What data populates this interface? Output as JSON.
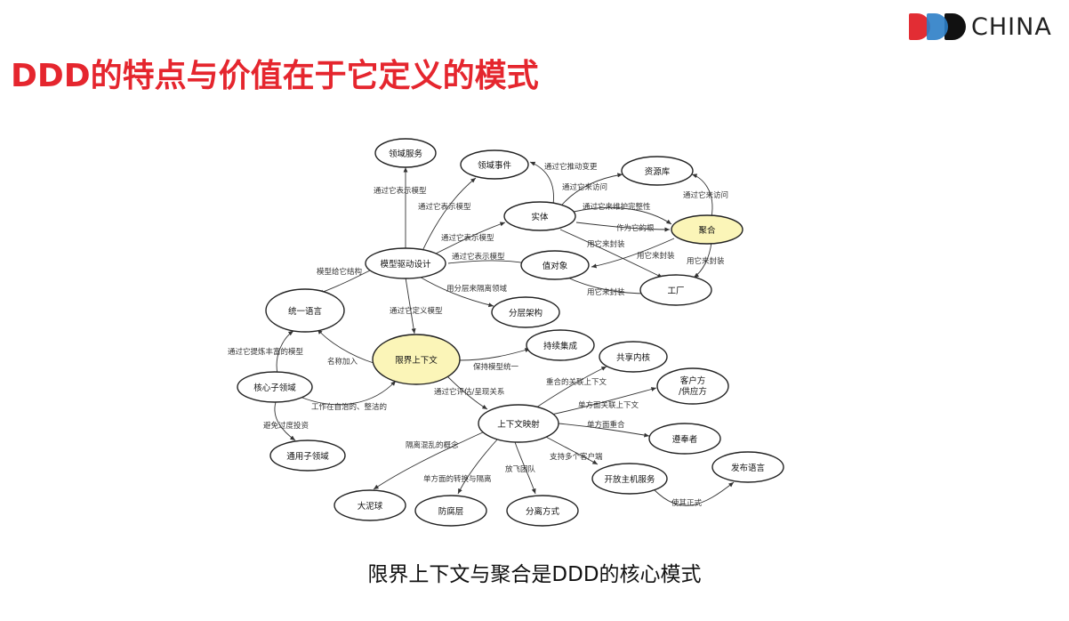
{
  "logo": {
    "text": "CHINA"
  },
  "title": "DDD的特点与价值在于它定义的模式",
  "subtitle": "限界上下文与聚合是DDD的核心模式",
  "colors": {
    "title": "#e5262e",
    "highlight_node": "#fbf5b8"
  },
  "nodes": [
    {
      "id": "domain_service",
      "label": "领域服务"
    },
    {
      "id": "domain_event",
      "label": "领域事件"
    },
    {
      "id": "repository",
      "label": "资源库"
    },
    {
      "id": "entity",
      "label": "实体"
    },
    {
      "id": "aggregate",
      "label": "聚合",
      "highlight": true
    },
    {
      "id": "model_driven",
      "label": "模型驱动设计"
    },
    {
      "id": "value_object",
      "label": "值对象"
    },
    {
      "id": "factory",
      "label": "工厂"
    },
    {
      "id": "ubiquitous",
      "label": "统一语言"
    },
    {
      "id": "layered",
      "label": "分层架构"
    },
    {
      "id": "bounded_context",
      "label": "限界上下文",
      "highlight": true
    },
    {
      "id": "continuous_integration",
      "label": "持续集成"
    },
    {
      "id": "shared_kernel",
      "label": "共享内核"
    },
    {
      "id": "core_domain",
      "label": "核心子领域"
    },
    {
      "id": "customer_supplier",
      "label": "客户方 /供应方"
    },
    {
      "id": "context_map",
      "label": "上下文映射"
    },
    {
      "id": "conformist",
      "label": "遵奉者"
    },
    {
      "id": "generic_subdomain",
      "label": "通用子领域"
    },
    {
      "id": "published_language",
      "label": "发布语言"
    },
    {
      "id": "open_host",
      "label": "开放主机服务"
    },
    {
      "id": "big_ball",
      "label": "大泥球"
    },
    {
      "id": "acl",
      "label": "防腐层"
    },
    {
      "id": "separate_ways",
      "label": "分离方式"
    }
  ],
  "edges": [
    {
      "id": "e1",
      "label": "通过它表示模型"
    },
    {
      "id": "e2",
      "label": "通过它表示模型"
    },
    {
      "id": "e3",
      "label": "通过它表示模型"
    },
    {
      "id": "e4",
      "label": "通过它表示模型"
    },
    {
      "id": "e5",
      "label": "模型给它结构"
    },
    {
      "id": "e6",
      "label": "用分层来隔离领域"
    },
    {
      "id": "e7",
      "label": "通过它定义模型"
    },
    {
      "id": "e8",
      "label": "通过它推动变更"
    },
    {
      "id": "e9",
      "label": "通过它来访问"
    },
    {
      "id": "e10",
      "label": "通过它来维护完整性"
    },
    {
      "id": "e11",
      "label": "作为它的根"
    },
    {
      "id": "e12",
      "label": "用它来封装"
    },
    {
      "id": "e13",
      "label": "用它来封装"
    },
    {
      "id": "e14",
      "label": "用它来封装"
    },
    {
      "id": "e15",
      "label": "通过它来访问"
    },
    {
      "id": "e16",
      "label": "用它来封装"
    },
    {
      "id": "e17",
      "label": "名称加入"
    },
    {
      "id": "e18",
      "label": "保持模型统一"
    },
    {
      "id": "e19",
      "label": "通过它评估/呈现关系"
    },
    {
      "id": "e20",
      "label": "通过它提炼丰富的模型"
    },
    {
      "id": "e21",
      "label": "工作在自治的、整洁的"
    },
    {
      "id": "e22",
      "label": "避免过度投资"
    },
    {
      "id": "e23",
      "label": "重合的关联上下文"
    },
    {
      "id": "e24",
      "label": "单方面关联上下文"
    },
    {
      "id": "e25",
      "label": "单方面重合"
    },
    {
      "id": "e26",
      "label": "支持多个客户端"
    },
    {
      "id": "e27",
      "label": "隔离混乱的概念"
    },
    {
      "id": "e28",
      "label": "单方面的转换与隔离"
    },
    {
      "id": "e29",
      "label": "放飞团队"
    },
    {
      "id": "e30",
      "label": "使其正式"
    }
  ]
}
